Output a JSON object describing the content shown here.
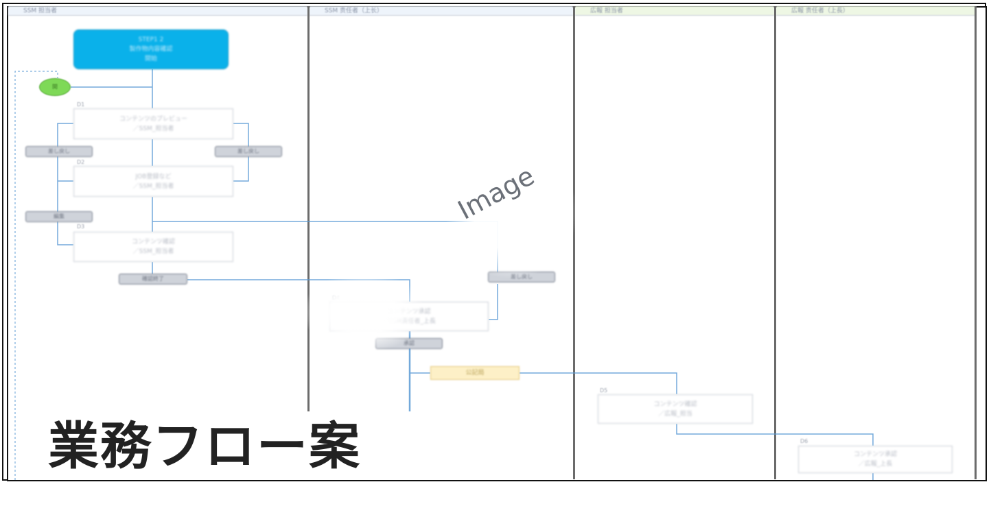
{
  "lanes": [
    {
      "name": "SSM 担当者"
    },
    {
      "name": "SSM 责任者（上长）"
    },
    {
      "name": "広報 担当者"
    },
    {
      "name": "広報 责任者（上長）"
    }
  ],
  "start_box": {
    "lines": [
      "STEP1 2",
      "製作物内容確認",
      "開始"
    ]
  },
  "start_marker": {
    "label": "開"
  },
  "steps": [
    {
      "id": "D1",
      "lines": [
        "コンテンツのプレビュー",
        "／SSM_担当者"
      ]
    },
    {
      "id": "D2",
      "lines": [
        "JOB登録など",
        "／SSM_担当者"
      ]
    },
    {
      "id": "D3",
      "lines": [
        "コンテンツ確認",
        "／SSM_担当者"
      ]
    },
    {
      "id": "D4",
      "lines": [
        "コンテンツ承認",
        "／SSM責任者_上長"
      ]
    },
    {
      "id": "D5",
      "lines": [
        "コンテンツ確認",
        "／広報_担当"
      ]
    },
    {
      "id": "D6",
      "lines": [
        "コンテンツ承認",
        "／広報_上長"
      ]
    }
  ],
  "pills": {
    "left_return": "差し戻し",
    "right_return": "差し戻し",
    "edit": "編集",
    "confirm_done": "確認終了",
    "ssm_return": "差し戻し",
    "approve": "承認"
  },
  "yellow_box": {
    "label": "公記局"
  },
  "watermark": {
    "text": "Image"
  },
  "title": {
    "text": "業務フロー案"
  },
  "colors": {
    "start_box": "#0ab1ea",
    "start_marker": "#7ed957",
    "connector": "#5b9bd5",
    "lane_divider": "#6b6b6b",
    "note": "#fdf0c7"
  }
}
